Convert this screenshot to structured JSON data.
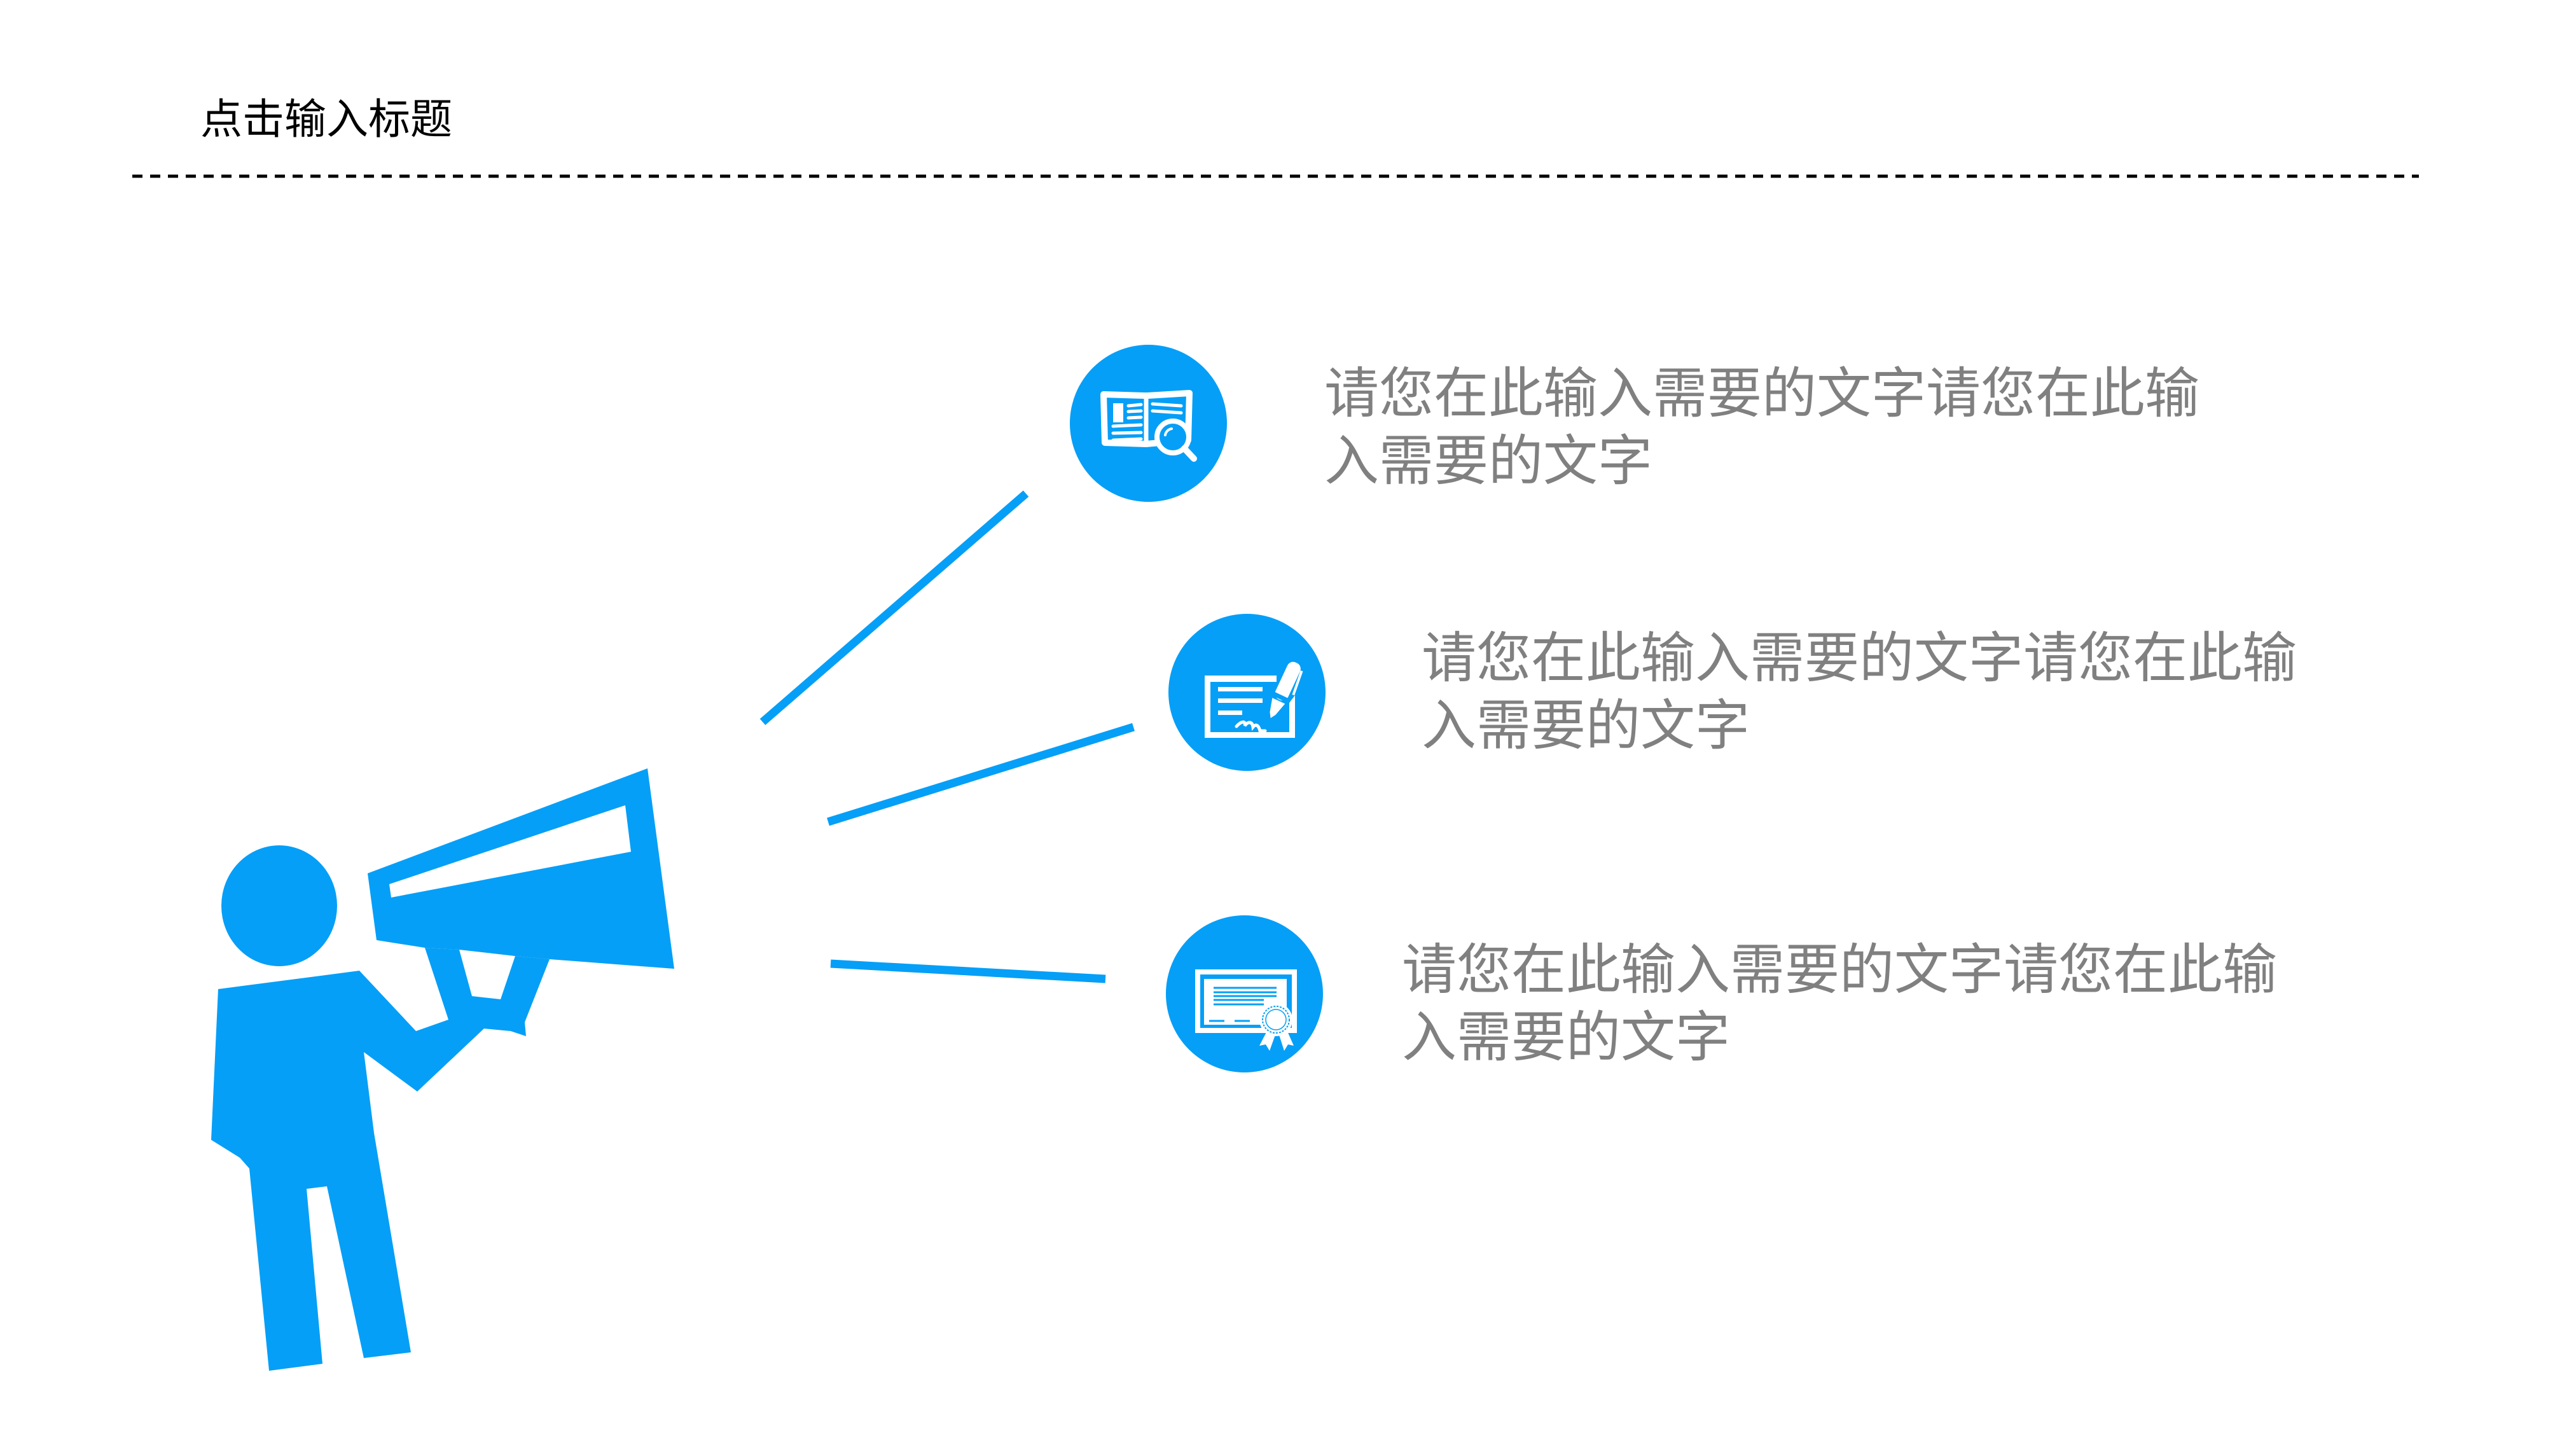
{
  "slide": {
    "title": "点击输入标题",
    "accent_color": "#059ff7",
    "text_color": "#808080",
    "title_color": "#000000"
  },
  "figure": {
    "icon": "person-with-megaphone-icon"
  },
  "items": [
    {
      "icon": "book-search-icon",
      "lines": [
        "请您在此输入需要的文字请您在此输",
        "入需要的文字"
      ]
    },
    {
      "icon": "contract-signing-pen-icon",
      "lines": [
        "请您在此输入需要的文字请您在此输",
        "入需要的文字"
      ]
    },
    {
      "icon": "certificate-ribbon-icon",
      "lines": [
        "请您在此输入需要的文字请您在此输",
        "入需要的文字"
      ]
    }
  ]
}
